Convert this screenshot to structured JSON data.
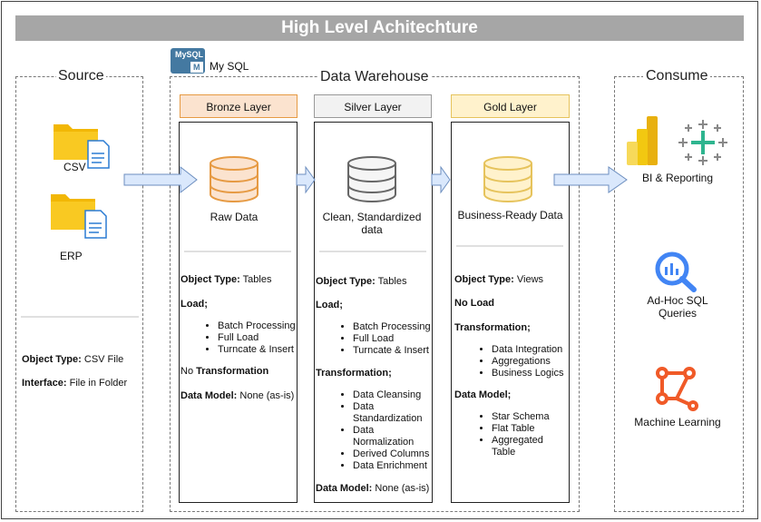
{
  "title": "High Level Achitechture",
  "source": {
    "heading": "Source",
    "items": [
      {
        "label": "CSV",
        "icon": "folder-file-icon"
      },
      {
        "label": "ERP",
        "icon": "folder-file-icon"
      }
    ],
    "object_type_label": "Object Type:",
    "object_type_value": "CSV File",
    "interface_label": "Interface:",
    "interface_value": "File in Folder"
  },
  "warehouse": {
    "heading": "Data Warehouse",
    "db_badge": "MySQL",
    "db_badge_letter": "M",
    "db_label": "My SQL",
    "bronze": {
      "header": "Bronze Layer",
      "caption": "Raw Data",
      "object_type_label": "Object Type:",
      "object_type_value": "Tables",
      "load_label": "Load;",
      "load_items": [
        "Batch Processing",
        "Full Load",
        "Turncate & Insert"
      ],
      "transformation_prefix": "No",
      "transformation_label": "Transformation",
      "data_model_label": "Data Model:",
      "data_model_value": "None (as-is)"
    },
    "silver": {
      "header": "Silver Layer",
      "caption": "Clean, Standardized data",
      "object_type_label": "Object Type:",
      "object_type_value": "Tables",
      "load_label": "Load;",
      "load_items": [
        "Batch Processing",
        "Full Load",
        "Turncate & Insert"
      ],
      "transformation_label": "Transformation;",
      "transformation_items": [
        "Data Cleansing",
        "Data Standardization",
        "Data Normalization",
        "Derived Columns",
        "Data Enrichment"
      ],
      "data_model_label": "Data Model:",
      "data_model_value": "None (as-is)"
    },
    "gold": {
      "header": "Gold Layer",
      "caption": "Business-Ready Data",
      "object_type_label": "Object Type:",
      "object_type_value": "Views",
      "load_label": "No Load",
      "transformation_label": "Transformation;",
      "transformation_items": [
        "Data Integration",
        "Aggregations",
        "Business Logics"
      ],
      "data_model_label": "Data Model;",
      "data_model_items": [
        "Star Schema",
        "Flat Table",
        "Aggregated Table"
      ]
    }
  },
  "consume": {
    "heading": "Consume",
    "items": [
      {
        "label": "BI & Reporting",
        "icons": [
          "power-bi-icon",
          "tableau-icon"
        ]
      },
      {
        "label": "Ad-Hoc SQL Queries",
        "icons": [
          "query-magnifier-icon"
        ]
      },
      {
        "label": "Machine Learning",
        "icons": [
          "ml-network-icon"
        ]
      }
    ]
  },
  "colors": {
    "title_bar": "#a6a6a6",
    "bronze_fill": "#fbe3cf",
    "bronze_stroke": "#e69a43",
    "silver_fill": "#f2f2f2",
    "silver_stroke": "#666666",
    "gold_fill": "#fff2cc",
    "gold_stroke": "#e6c35c",
    "arrow_fill": "#dae8fc",
    "arrow_stroke": "#6c8ebf"
  }
}
